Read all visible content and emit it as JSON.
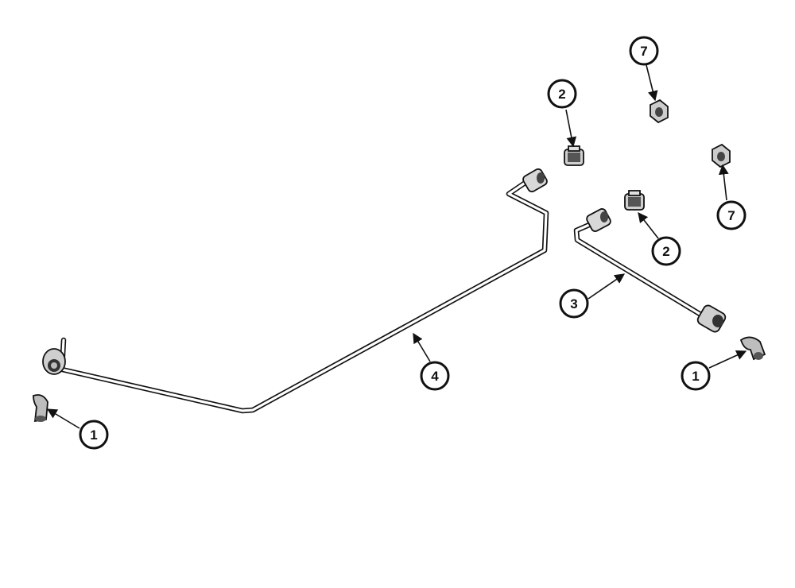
{
  "callouts": [
    {
      "label": "1"
    },
    {
      "label": "1"
    },
    {
      "label": "2"
    },
    {
      "label": "2"
    },
    {
      "label": "3"
    },
    {
      "label": "4"
    },
    {
      "label": "7"
    },
    {
      "label": "7"
    }
  ]
}
